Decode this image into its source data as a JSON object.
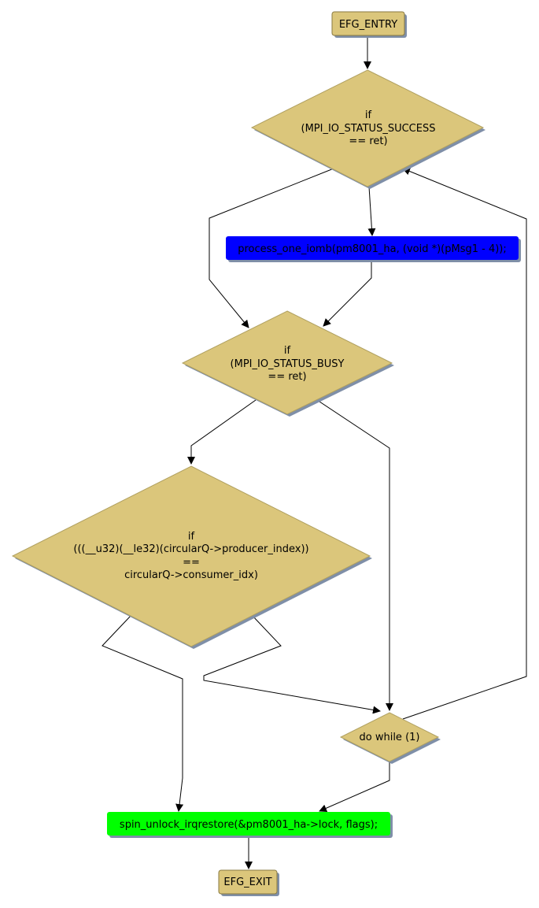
{
  "diagram": {
    "type": "flowchart",
    "colors": {
      "decision_fill": "#dbc67b",
      "terminal_fill": "#dbc67b",
      "process_blue_fill": "#0000ff",
      "process_green_fill": "#00ff00",
      "shadow": "#7f8fa8",
      "edge": "#000000"
    },
    "nodes": {
      "entry": {
        "label": "EFG_ENTRY",
        "kind": "terminal"
      },
      "cond_success": {
        "lines": [
          "if",
          "(MPI_IO_STATUS_SUCCESS",
          "== ret)"
        ],
        "kind": "decision"
      },
      "process_iomb": {
        "label": "process_one_iomb(pm8001_ha, (void *)(pMsg1 - 4));",
        "kind": "process"
      },
      "cond_busy": {
        "lines": [
          "if",
          "(MPI_IO_STATUS_BUSY",
          "== ret)"
        ],
        "kind": "decision"
      },
      "cond_index": {
        "lines": [
          "if",
          "(((__u32)(__le32)(circularQ->producer_index))",
          "==",
          "circularQ->consumer_idx)"
        ],
        "kind": "decision"
      },
      "do_while": {
        "label": "do while (1)",
        "kind": "decision"
      },
      "spin_unlock": {
        "label": "spin_unlock_irqrestore(&pm8001_ha->lock, flags);",
        "kind": "process"
      },
      "exit": {
        "label": "EFG_EXIT",
        "kind": "terminal"
      }
    },
    "edges": [
      {
        "from": "entry",
        "to": "cond_success"
      },
      {
        "from": "cond_success",
        "to": "process_iomb"
      },
      {
        "from": "cond_success",
        "to": "cond_busy"
      },
      {
        "from": "process_iomb",
        "to": "cond_busy"
      },
      {
        "from": "cond_busy",
        "to": "cond_index"
      },
      {
        "from": "cond_busy",
        "to": "do_while"
      },
      {
        "from": "cond_index",
        "to": "spin_unlock"
      },
      {
        "from": "cond_index",
        "to": "do_while"
      },
      {
        "from": "do_while",
        "to": "cond_success"
      },
      {
        "from": "do_while",
        "to": "spin_unlock"
      },
      {
        "from": "spin_unlock",
        "to": "exit"
      }
    ]
  }
}
